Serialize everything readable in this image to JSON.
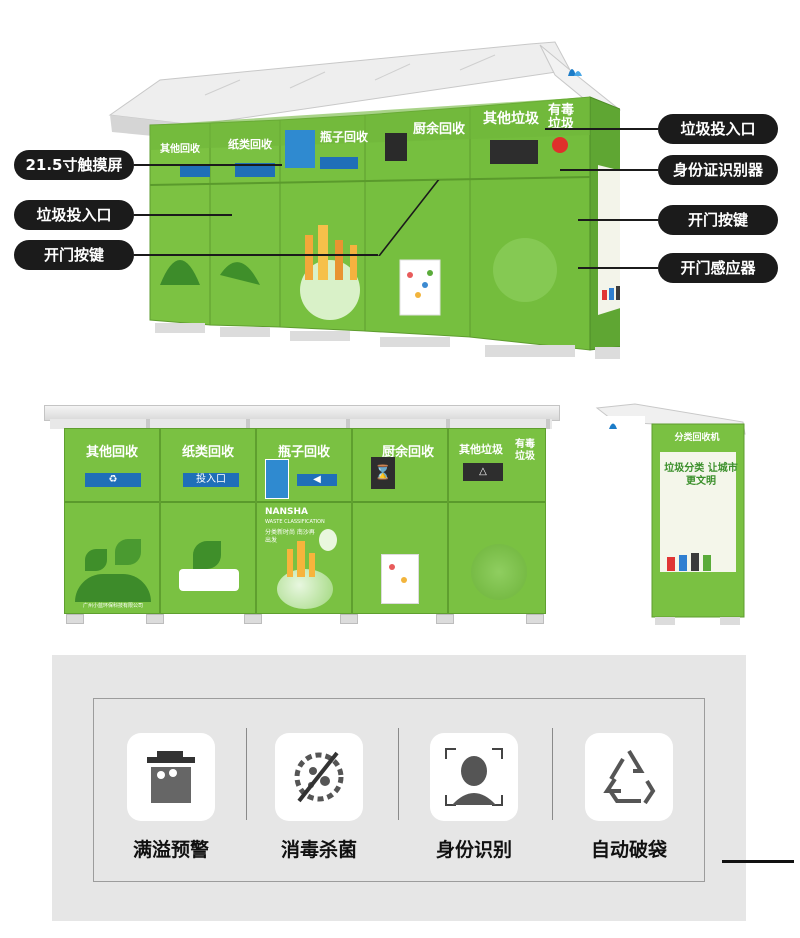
{
  "callouts": {
    "touch_screen": "21.5寸触摸屏",
    "trash_inlet_left": "垃圾投入口",
    "open_button_left": "开门按键",
    "trash_inlet_right": "垃圾投入口",
    "id_reader": "身份证识别器",
    "open_button_right": "开门按键",
    "door_sensor": "开门感应器"
  },
  "machine": {
    "cabinets": [
      {
        "title": "其他回收",
        "panel": "♻"
      },
      {
        "title": "纸类回收",
        "panel": "投入口"
      },
      {
        "title": "瓶子回收",
        "panel": "NANSHA"
      },
      {
        "title": "厨余回收",
        "panel": "⌛"
      },
      {
        "title": "其他垃圾",
        "panel": "△"
      }
    ],
    "hazard_title": "有毒垃圾",
    "side_sign": "分类回收机",
    "side_poster_title": "垃圾分类 让城市更文明",
    "nansha_title": "NANSHA",
    "nansha_sub": "WASTE CLASSIFICATION",
    "nansha_cn": "分类新时尚 南沙再出发",
    "company": "广州小蓝环保科技有限公司"
  },
  "features": [
    {
      "label": "满溢预警",
      "icon": "overflow-bin-icon"
    },
    {
      "label": "消毒杀菌",
      "icon": "sterilize-virus-icon"
    },
    {
      "label": "身份识别",
      "icon": "face-id-icon"
    },
    {
      "label": "自动破袋",
      "icon": "recycle-icon"
    }
  ]
}
